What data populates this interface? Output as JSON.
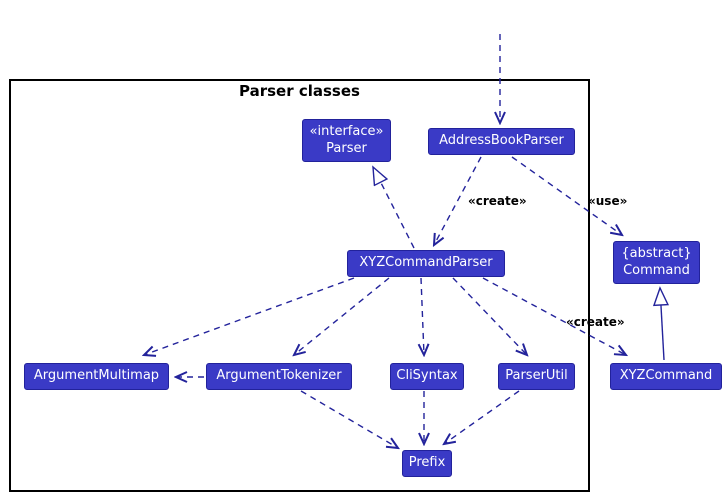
{
  "diagram": {
    "frame_title": "Parser classes",
    "colors": {
      "class_fill": "#3a3ac6",
      "class_border": "#22229b",
      "class_text": "#ffffff",
      "arrow": "#23239b",
      "frame_border": "#000000",
      "label_text": "#000000",
      "background": "#ffffff"
    },
    "nodes": {
      "parser_interface": {
        "stereotype": "«interface»",
        "name": "Parser"
      },
      "address_book_parser": {
        "name": "AddressBookParser"
      },
      "xyz_command_parser": {
        "name": "XYZCommandParser"
      },
      "command": {
        "stereotype": "{abstract}",
        "name": "Command"
      },
      "argument_multimap": {
        "name": "ArgumentMultimap"
      },
      "argument_tokenizer": {
        "name": "ArgumentTokenizer"
      },
      "cli_syntax": {
        "name": "CliSyntax"
      },
      "parser_util": {
        "name": "ParserUtil"
      },
      "xyz_command": {
        "name": "XYZCommand"
      },
      "prefix": {
        "name": "Prefix"
      }
    },
    "edge_labels": {
      "create_top": "«create»",
      "use": "«use»",
      "create_bottom": "«create»"
    }
  }
}
